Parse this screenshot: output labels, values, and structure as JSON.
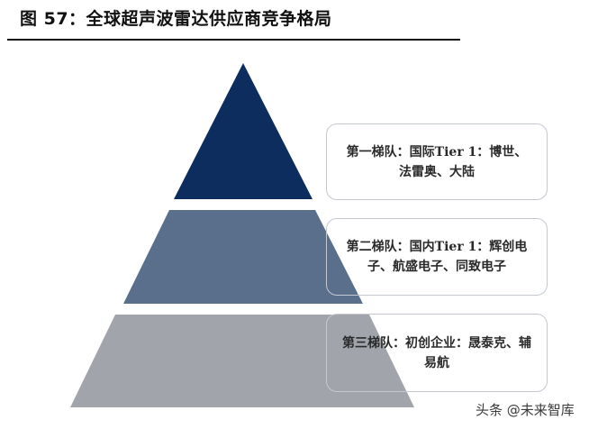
{
  "header": {
    "title": "图 57：全球超声波雷达供应商竞争格局"
  },
  "pyramid": {
    "tiers": [
      {
        "level": 1,
        "color": "#0d2d5e",
        "label": "第一梯队：国际Tier 1：博世、法雷奥、大陆"
      },
      {
        "level": 2,
        "color": "#5a6f8c",
        "label": "第二梯队：国内Tier 1：辉创电子、航盛电子、同致电子"
      },
      {
        "level": 3,
        "color": "#a1a5ab",
        "label": "第三梯队：初创企业：晟泰克、辅易航"
      }
    ]
  },
  "watermark": {
    "text": "头条 @未来智库"
  }
}
